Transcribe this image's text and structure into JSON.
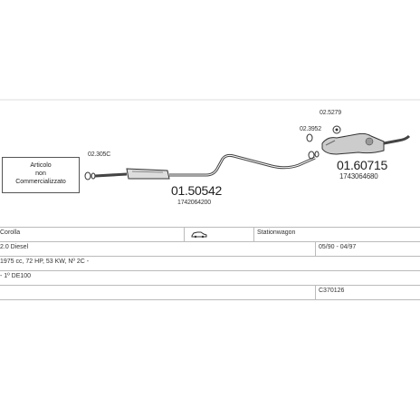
{
  "legend": {
    "line1": "Articolo",
    "line2": "non",
    "line3": "Commercializzato"
  },
  "parts": {
    "p1_code": "01.50542",
    "p1_ref": "1742064200",
    "p2_code": "01.60715",
    "p2_ref": "1743064680",
    "gasket_a": "02.305C",
    "gasket_b": "02.3952",
    "hanger": "02.5279"
  },
  "table": {
    "model": "Corolla",
    "body": "Stationwagon",
    "engine": "2.0 Diesel",
    "dates": "05/90 - 04/97",
    "spec": "1975 cc, 72 HP, 53 KW, Nº 2C -",
    "engine_code": "- 1º DE100",
    "catalog_no": "C370126",
    "icon": "car-side-icon"
  }
}
